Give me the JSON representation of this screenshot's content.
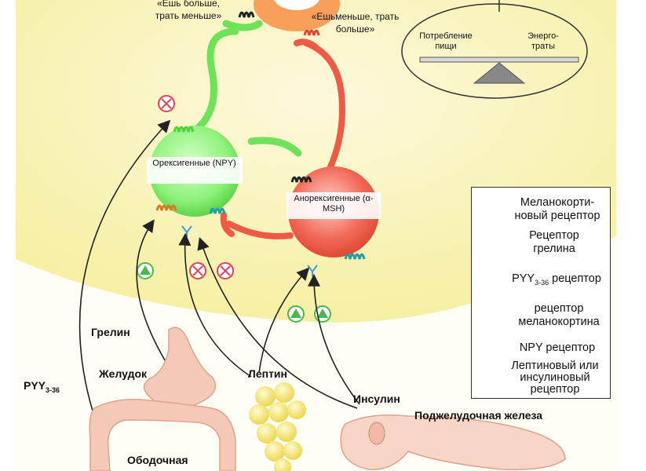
{
  "labels": {
    "eat_more": "«Ешь больше, трать меньше»",
    "eat_less": "«Ешьменьше, трать больше»",
    "food_intake": "Потребление пищи",
    "energy": "Энерго- траты",
    "orexigenic": "Орексигенные (NPY)",
    "anorexigenic": "Анорексигенные (α-MSH)"
  },
  "organs": {
    "ghrelin": "Грелин",
    "stomach": "Желудок",
    "pyy_main": "PYY",
    "pyy_sub": "3-36",
    "leptin": "Лептин",
    "insulin": "Инсулин",
    "pancreas": "Поджелудочная железа",
    "colon": "Ободочная"
  },
  "legend": {
    "items": [
      {
        "text": "Меланокорти- новый рецептор",
        "color": "#e8412a"
      },
      {
        "text": "Рецептор грелина",
        "color": "#d97a1e"
      },
      {
        "text_main": "PYY",
        "text_sub": "3-36",
        "text_tail": "рецептор",
        "color": "#4fd23e"
      },
      {
        "text": "рецептор меланокортина",
        "color": "#1f9fa0"
      },
      {
        "text": "NPY рецептор",
        "color": "#222222"
      },
      {
        "text": "Лептиновый или инсулиновый рецептор",
        "color": "#3aa0d8"
      }
    ]
  },
  "colors": {
    "background_field": "#fbf6c8",
    "orexigenic_cell": "#8ef27b",
    "anorexigenic_cell": "#f26a5a",
    "green_path": "#6ee35a",
    "red_path": "#ef5a45"
  }
}
